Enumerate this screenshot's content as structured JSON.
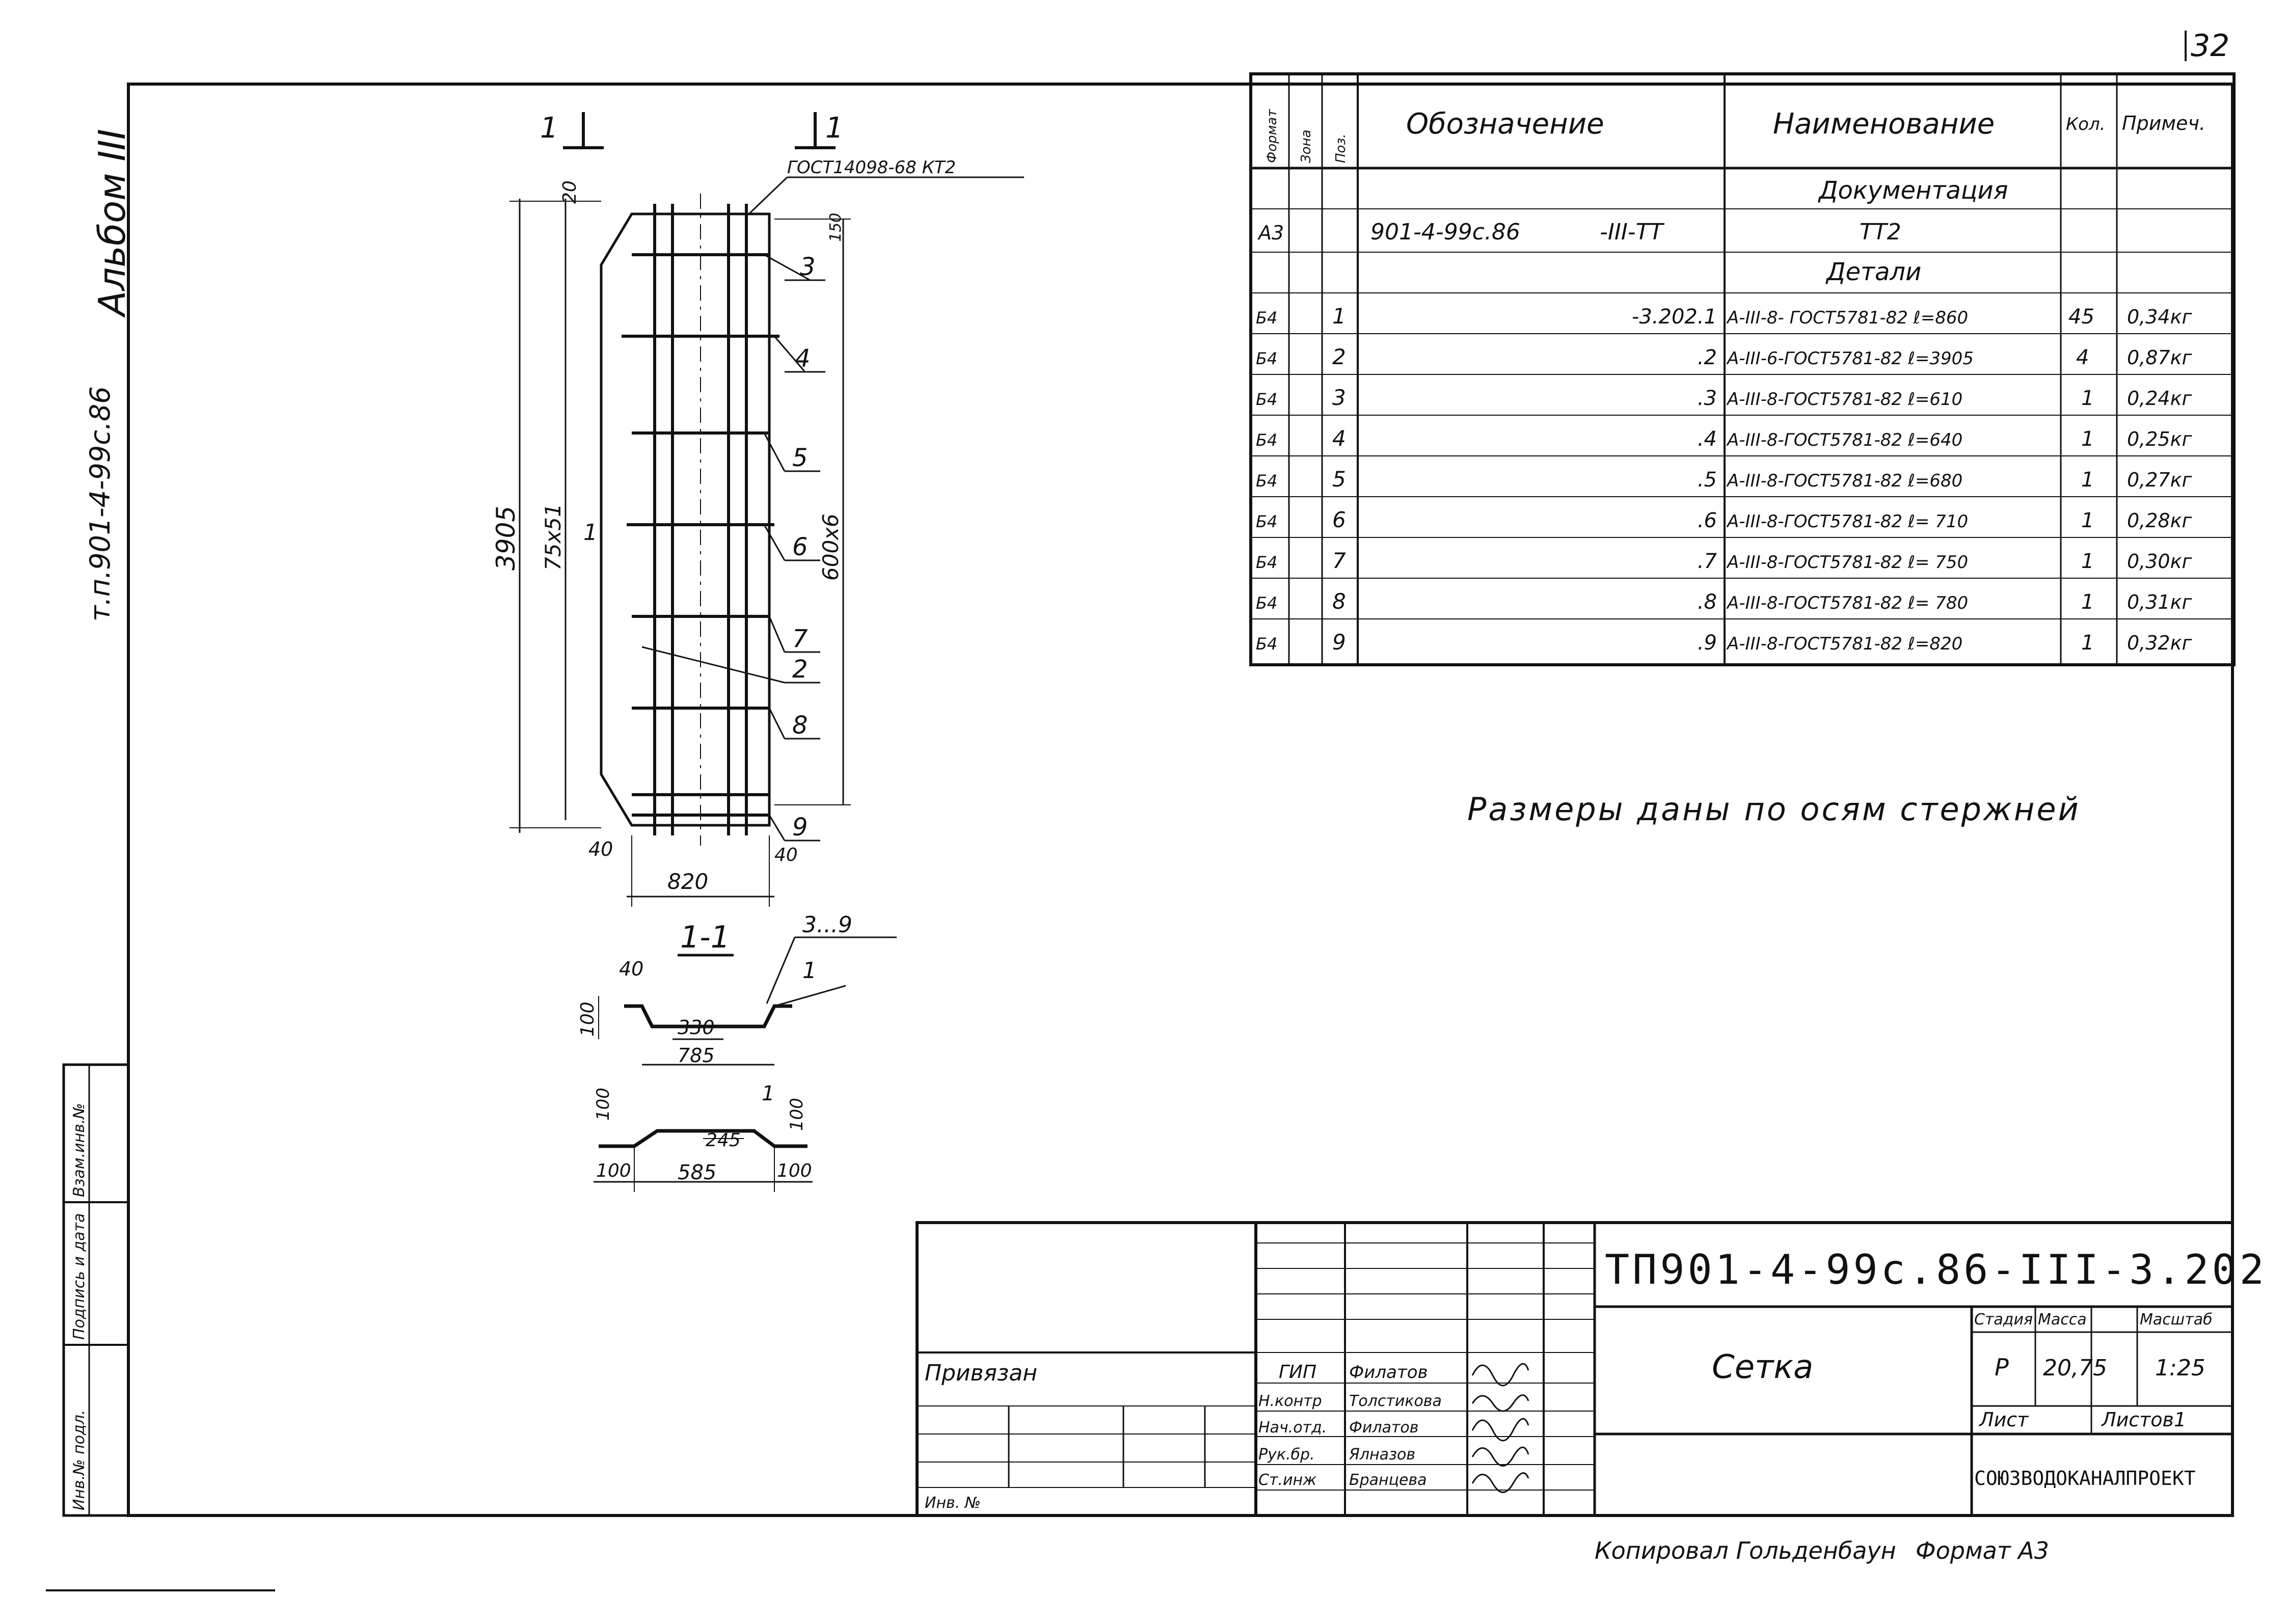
{
  "page_number": "32",
  "album_label": "Альбом III",
  "side_designation": "т.п.901-4-99с.86",
  "section_mark_left": "1",
  "section_mark_right": "1",
  "gost_reference": "ГОСТ14098-68 КТ2",
  "dimensions": {
    "top_offset": "20",
    "top_right": "150",
    "total_height": "3905",
    "pitch": "75x51",
    "right_span": "600x6",
    "bottom_left": "40",
    "bottom_right": "40",
    "width": "820"
  },
  "position_callouts": [
    "3",
    "4",
    "5",
    "6",
    "7",
    "2",
    "8",
    "9"
  ],
  "longitudinal_bar_label": "1",
  "section_title": "1-1",
  "section_callouts": {
    "rows": "3...9",
    "bar": "1"
  },
  "section_dims": {
    "depth": "100",
    "edge": "40",
    "inner": "330",
    "outer": "785"
  },
  "bend_dims": {
    "left_h": "100",
    "right_h": "100",
    "bend": "245",
    "mid": "585",
    "left_w": "100",
    "right_w": "100",
    "label": "1"
  },
  "spec_table": {
    "headers": {
      "format": "Формат",
      "zone": "Зона",
      "pos": "Поз.",
      "designation": "Обозначение",
      "name": "Наименование",
      "qty": "Кол.",
      "note": "Примеч."
    },
    "section_docs": "Документация",
    "doc_row": {
      "format": "А3",
      "designation": "901-4-99с.86",
      "suffix": "-III-ТТ",
      "name": "ТТ2"
    },
    "section_parts": "Детали",
    "rows": [
      {
        "format": "Б4",
        "pos": "1",
        "designation": "-3.202.1",
        "name": "А-III-8- ГОСТ5781-82 ℓ=860",
        "qty": "45",
        "note": "0,34кг"
      },
      {
        "format": "Б4",
        "pos": "2",
        "designation": ".2",
        "name": "А-III-6-ГОСТ5781-82 ℓ=3905",
        "qty": "4",
        "note": "0,87кг"
      },
      {
        "format": "Б4",
        "pos": "3",
        "designation": ".3",
        "name": "А-III-8-ГОСТ5781-82 ℓ=610",
        "qty": "1",
        "note": "0,24кг"
      },
      {
        "format": "Б4",
        "pos": "4",
        "designation": ".4",
        "name": "А-III-8-ГОСТ5781-82 ℓ=640",
        "qty": "1",
        "note": "0,25кг"
      },
      {
        "format": "Б4",
        "pos": "5",
        "designation": ".5",
        "name": "А-III-8-ГОСТ5781-82 ℓ=680",
        "qty": "1",
        "note": "0,27кг"
      },
      {
        "format": "Б4",
        "pos": "6",
        "designation": ".6",
        "name": "А-III-8-ГОСТ5781-82 ℓ= 710",
        "qty": "1",
        "note": "0,28кг"
      },
      {
        "format": "Б4",
        "pos": "7",
        "designation": ".7",
        "name": "А-III-8-ГОСТ5781-82 ℓ= 750",
        "qty": "1",
        "note": "0,30кг"
      },
      {
        "format": "Б4",
        "pos": "8",
        "designation": ".8",
        "name": "А-III-8-ГОСТ5781-82 ℓ= 780",
        "qty": "1",
        "note": "0,31кг"
      },
      {
        "format": "Б4",
        "pos": "9",
        "designation": ".9",
        "name": "А-III-8-ГОСТ5781-82 ℓ=820",
        "qty": "1",
        "note": "0,32кг"
      }
    ]
  },
  "note_text": "Размеры даны по осям стержней",
  "title_block": {
    "drawing_code": "ТП901-4-99с.86-III-3.202",
    "title": "Сетка",
    "stage_label": "Стадия",
    "mass_label": "Масса",
    "scale_label": "Масштаб",
    "stage": "Р",
    "mass": "20,75",
    "scale": "1:25",
    "sheet_label": "Лист",
    "sheets_label": "Листов1",
    "organization": "СОЮЗВОДОКАНАЛПРОЕКТ",
    "bound_label": "Привязан",
    "inv_label": "Инв. №",
    "roles": [
      "ГИП",
      "Н.контр",
      "Нач.отд.",
      "Рук.бр.",
      "Ст.инж"
    ],
    "names": [
      "Филатов",
      "Толстикова",
      "Филатов",
      "Ялназов",
      "Бранцева"
    ]
  },
  "side_stamp": [
    "Инв.№ подл.",
    "Подпись и дата",
    "Взам.инв.№"
  ],
  "footer": {
    "copied_by": "Копировал Гольденбаун",
    "format": "Формат А3"
  }
}
